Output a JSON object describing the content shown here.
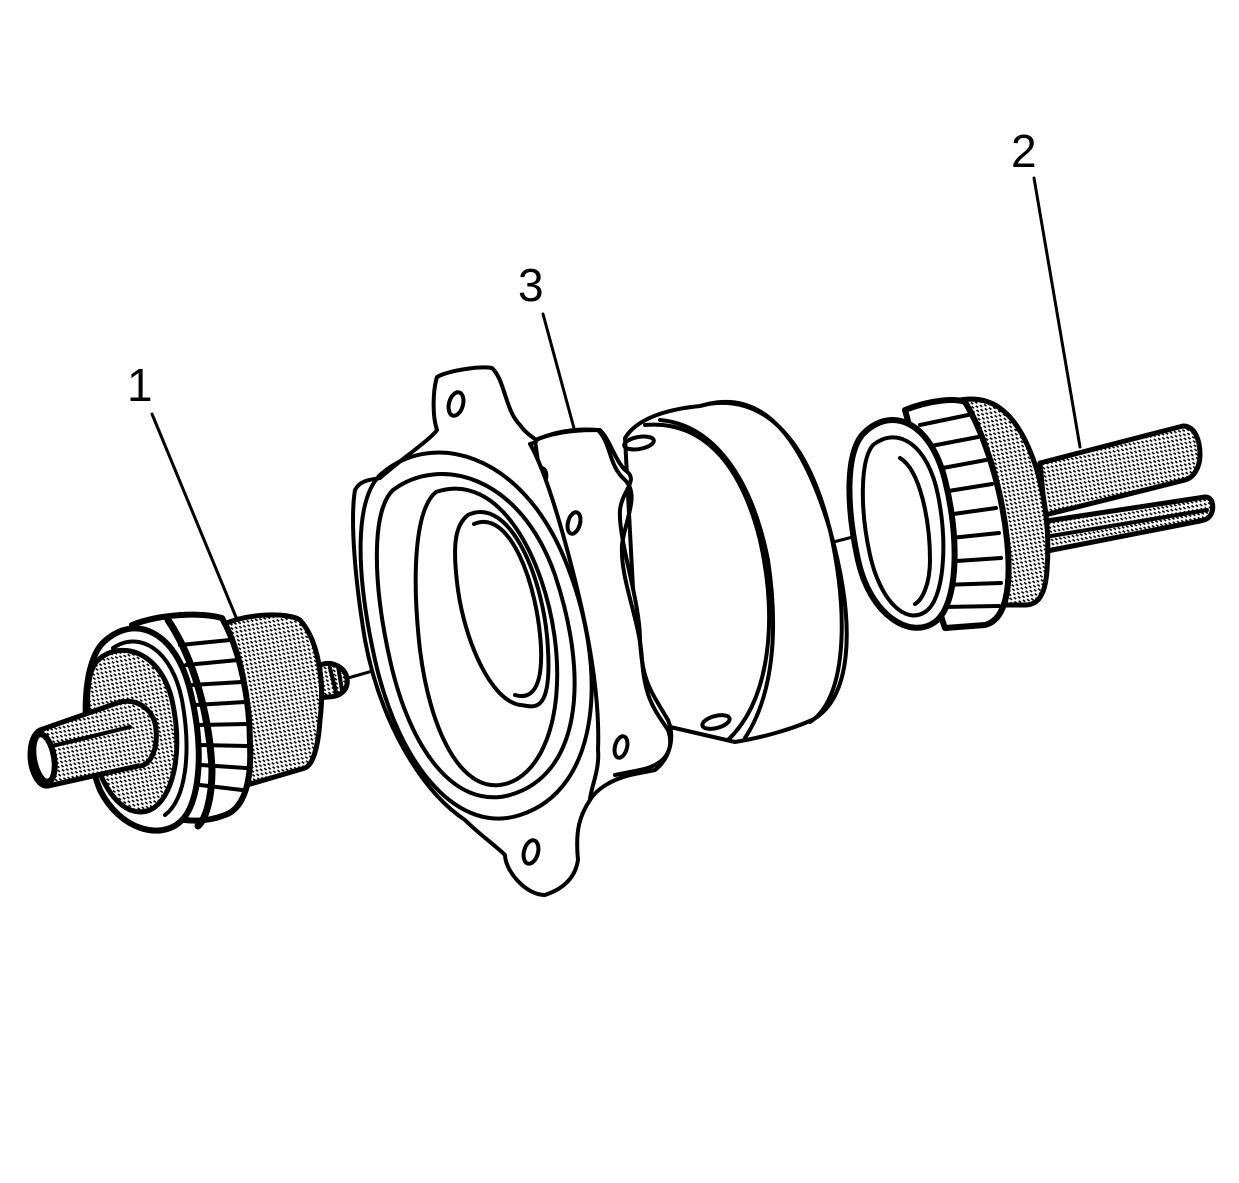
{
  "diagram": {
    "type": "exploded technical illustration",
    "subject": "bearing cup installation on housing with installer tools",
    "colors": {
      "line": "#000000",
      "background": "#ffffff",
      "stipple": "#000000"
    },
    "callouts": [
      {
        "id": "1",
        "label": "1",
        "points_to": "bearing installer tool with cone/roller bearing (left)"
      },
      {
        "id": "2",
        "label": "2",
        "points_to": "driver handle with bearing (right)"
      },
      {
        "id": "3",
        "label": "3",
        "points_to": "housing"
      }
    ]
  }
}
